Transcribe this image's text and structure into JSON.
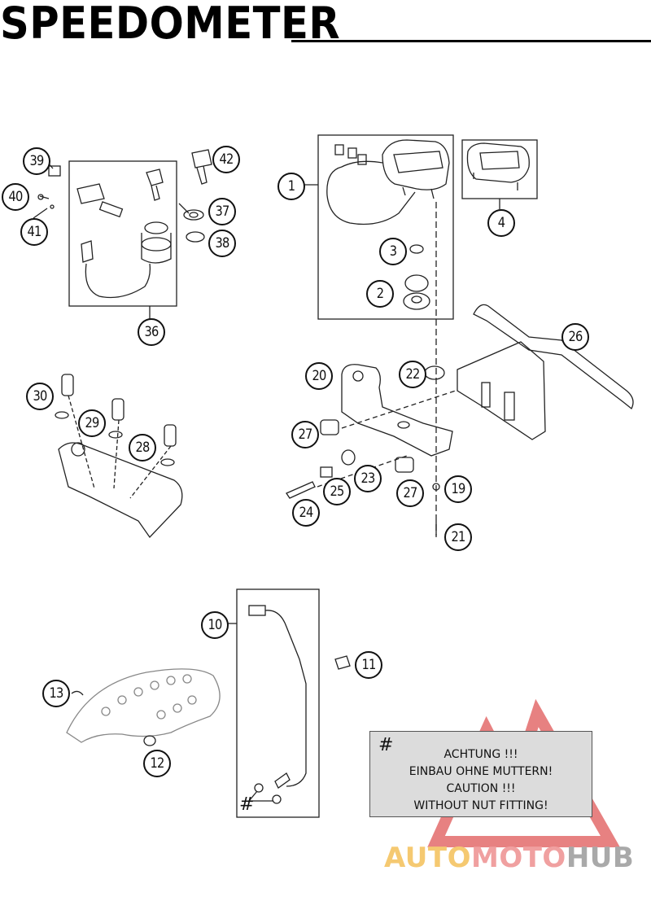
{
  "page": {
    "title": "SPEEDOMETER"
  },
  "callouts": [
    {
      "id": "c1",
      "label": "1"
    },
    {
      "id": "c2",
      "label": "2"
    },
    {
      "id": "c3",
      "label": "3"
    },
    {
      "id": "c4",
      "label": "4"
    },
    {
      "id": "c10",
      "label": "10"
    },
    {
      "id": "c11",
      "label": "11"
    },
    {
      "id": "c12",
      "label": "12"
    },
    {
      "id": "c13",
      "label": "13"
    },
    {
      "id": "c19",
      "label": "19"
    },
    {
      "id": "c20",
      "label": "20"
    },
    {
      "id": "c21",
      "label": "21"
    },
    {
      "id": "c22",
      "label": "22"
    },
    {
      "id": "c23",
      "label": "23"
    },
    {
      "id": "c24",
      "label": "24"
    },
    {
      "id": "c25",
      "label": "25"
    },
    {
      "id": "c26",
      "label": "26"
    },
    {
      "id": "c27a",
      "label": "27"
    },
    {
      "id": "c27b",
      "label": "27"
    },
    {
      "id": "c28",
      "label": "28"
    },
    {
      "id": "c29",
      "label": "29"
    },
    {
      "id": "c30",
      "label": "30"
    },
    {
      "id": "c36",
      "label": "36"
    },
    {
      "id": "c37",
      "label": "37"
    },
    {
      "id": "c38",
      "label": "38"
    },
    {
      "id": "c39",
      "label": "39"
    },
    {
      "id": "c40",
      "label": "40"
    },
    {
      "id": "c41",
      "label": "41"
    },
    {
      "id": "c42",
      "label": "42"
    }
  ],
  "note": {
    "symbol": "#",
    "lines": [
      "ACHTUNG !!!",
      "EINBAU OHNE MUTTERN!",
      "CAUTION !!!",
      "WITHOUT NUT FITTING!"
    ]
  },
  "sensor_hash": "#",
  "watermark": {
    "part1": "AUTO",
    "part2": "MOTO",
    "part3": "HUB",
    "colors": {
      "part1": "#f5c971",
      "part2": "#f0a0a0",
      "part3": "#a9a9a9",
      "triangle": "#e36b6b"
    }
  }
}
